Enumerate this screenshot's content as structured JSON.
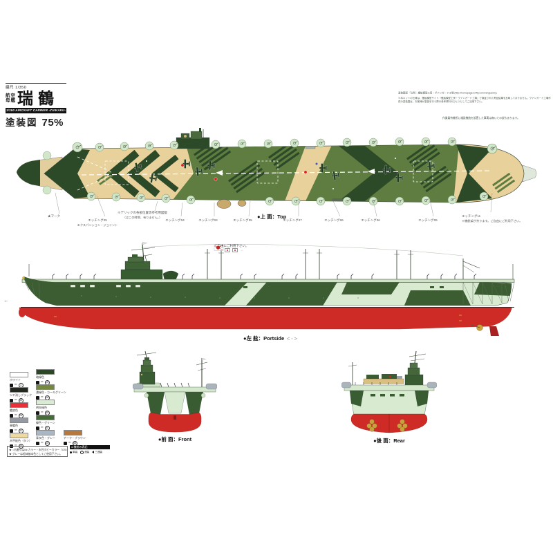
{
  "title_block": {
    "scale_label": "縮尺 1/350",
    "ship_class": "航空母艦",
    "ship_name": "瑞鶴",
    "english_bar": "1/350 AIRCRAFT CARRIER -ZUIKAKU-",
    "paint_fig_label": "塗装図",
    "paint_fig_scale": "75%"
  },
  "source_note": {
    "line1": "塗装図面 『出所：艦船模型工房・ヴァンガード工場 (http://homepage2.nifty.com/vanguard/)』",
    "line2": "※本キットの仕様は、艦船模型サイト『艦船模型工房・ヴァンガード工場』で検証された考証結果を反映しておりません。ヴァンガード工場作成の塗装図は、お客様が塗装を行う際の参考資料のひとつとしてご活用下さい。",
    "line3": "作業員待機所に増設機銃を設置した事実は無いとの説もあります。"
  },
  "top_view": {
    "section_label": "●上 面：Top",
    "callouts": [
      {
        "text": "★マーク"
      },
      {
        "text": "エッチング05",
        "text2": "エクスパンション・ジョイント"
      },
      {
        "text": "※デリックの各部位置等参考用図版",
        "text2": "（はこの時期、有りません。）"
      },
      {
        "text": "エッチング04"
      },
      {
        "text": "エッチング04"
      },
      {
        "text": "エッチング05"
      },
      {
        "text": "エッチング07"
      },
      {
        "text": "エッチング06"
      },
      {
        "text": "エッチング06"
      },
      {
        "text": "エッチング05"
      },
      {
        "text": "エッチング11",
        "text2": "※機銃架が余ります。ご自由にご利用下さい。"
      }
    ]
  },
  "side_view": {
    "section_label": "●左 舷：Portside",
    "direction_arrows": "＜・＞",
    "flag_note": "ご自由にご利用下さい。",
    "bow_arrow": "←"
  },
  "front_view": {
    "section_label": "●前 面：Front"
  },
  "rear_view": {
    "section_label": "●後 面：Rear"
  },
  "legend": {
    "swatches": [
      {
        "name": "ホワイト",
        "code": "1",
        "color": "#ffffff"
      },
      {
        "name": "ツヤ消しブラック",
        "code": "33",
        "color": "#23281e"
      },
      {
        "name": "艦底色",
        "code": "29",
        "color": "#e8303a"
      },
      {
        "name": "軍艦色",
        "code": "32",
        "color": "#9599a2"
      },
      {
        "name": "木甲板色（タン）",
        "code": "44",
        "color": "#eed9a2"
      },
      {
        "name": "暗緑色",
        "code": "15",
        "color": "#2c4726"
      },
      {
        "name": "濃緑色・カーキグリーン",
        "code": "16",
        "color": "#75883f"
      },
      {
        "name": "明灰緑色",
        "code": "35",
        "color": "#d9ecd3"
      },
      {
        "name": "緑色・グリーン",
        "code": "6",
        "color": "#456b39"
      },
      {
        "name": "青灰色・グレー",
        "code": "14",
        "color": "#a8b7c3"
      },
      {
        "name": "チーク・ブラウン",
        "code": "43",
        "color": "#b5793f"
      }
    ],
    "notes": {
      "line1": "★ ○内番号はMr.カラー・水性ホビーカラー（GSIクレオス）です。",
      "line2": "★ グレーは船体基本色としてご使用下さい。"
    },
    "symbol_box": {
      "header": "● 機銃の表記",
      "items": [
        {
          "label": "単装"
        },
        {
          "label": "連装"
        },
        {
          "label": "三連装"
        }
      ]
    }
  },
  "colors": {
    "deck_wood": "#e8d19b",
    "deck_green": "#5f7d40",
    "camo_dark_green": "#2d4a28",
    "hull_pale": "#d8ebd1",
    "hull_red": "#cf2b26",
    "propeller_gold": "#c9a23f"
  }
}
